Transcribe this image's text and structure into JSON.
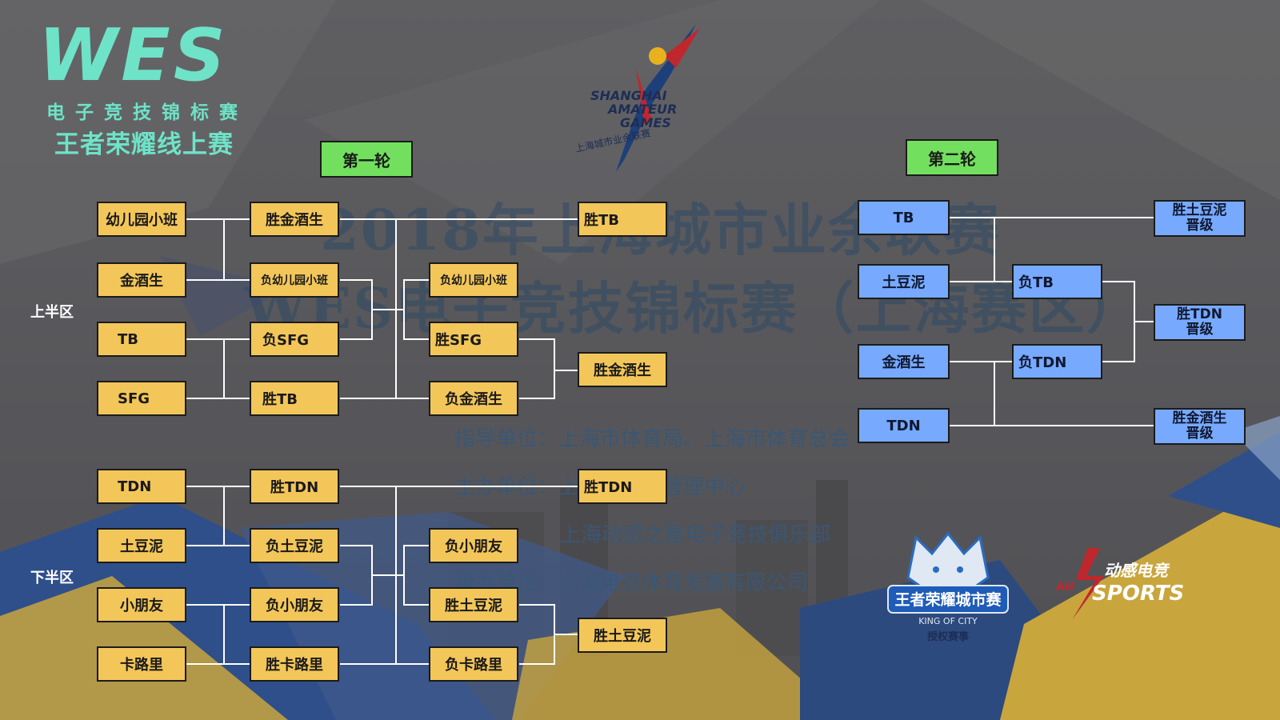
{
  "header": {
    "wes_mark": "WES",
    "wes_sub1": "电子竞技锦标赛",
    "wes_sub2": "王者荣耀线上赛"
  },
  "watermark": {
    "line1": "2018年上海城市业余联赛",
    "line2": "WES电子竞技锦标赛（上海赛区）"
  },
  "credits": {
    "guide": "指导单位：上海市体育局、上海市体育总会",
    "host": "主办单位：上海市体育管理中心",
    "host2": "上海动感之屋电子竞技俱乐部",
    "organizer": "承办单位：上海电竞体育发展有限公司"
  },
  "rounds": {
    "round1": "第一轮",
    "round2": "第二轮"
  },
  "regions": {
    "upper": "上半区",
    "lower": "下半区"
  },
  "upper": {
    "teams": [
      "幼儿园小班",
      "金酒生",
      "TB",
      "SFG"
    ],
    "r1": [
      "胜金酒生",
      "负幼儿园小班",
      "负SFG",
      "胜TB"
    ],
    "r2_winner": "胜TB",
    "r2_loser": [
      "负幼儿园小班",
      "胜SFG",
      "负金酒生"
    ],
    "r3": "胜金酒生"
  },
  "lower": {
    "teams": [
      "TDN",
      "土豆泥",
      "小朋友",
      "卡路里"
    ],
    "r1": [
      "胜TDN",
      "负土豆泥",
      "负小朋友",
      "胜卡路里"
    ],
    "r2_winner": "胜TDN",
    "r2_loser": [
      "负小朋友",
      "胜土豆泥",
      "负卡路里"
    ],
    "r3": "胜土豆泥"
  },
  "round2": {
    "teams": [
      "TB",
      "土豆泥",
      "金酒生",
      "TDN"
    ],
    "mid": [
      "负TB",
      "负TDN"
    ],
    "results": [
      [
        "胜土豆泥",
        "晋级"
      ],
      [
        "胜TDN",
        "晋级"
      ],
      [
        "胜金酒生",
        "晋级"
      ]
    ]
  },
  "logos": {
    "games": [
      "SHANGHAI",
      "AMATEUR",
      "GAMES",
      "上海城市业余联赛"
    ],
    "koc": [
      "王者荣耀城市赛",
      "KING OF CITY",
      "授权赛事"
    ],
    "ah": [
      "动感电竞",
      "SPORTS",
      "AH"
    ]
  },
  "colors": {
    "team_yellow": "#f3c659",
    "team_blue": "#77a9ff",
    "round_green": "#72e05e",
    "accent_teal": "#6ee3c8"
  }
}
